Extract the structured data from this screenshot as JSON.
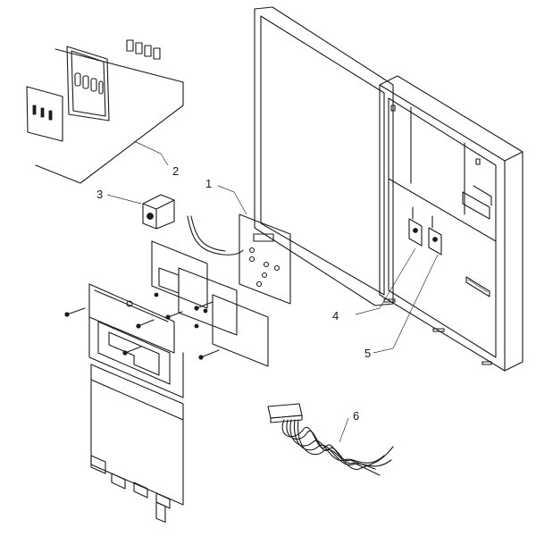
{
  "callouts": [
    {
      "id": "1",
      "text": "1"
    },
    {
      "id": "2",
      "text": "2"
    },
    {
      "id": "3",
      "text": "3"
    },
    {
      "id": "4",
      "text": "4"
    },
    {
      "id": "5",
      "text": "5"
    },
    {
      "id": "6",
      "text": "6"
    }
  ],
  "colors": {
    "line": "#1a1a1a",
    "background": "#ffffff"
  }
}
